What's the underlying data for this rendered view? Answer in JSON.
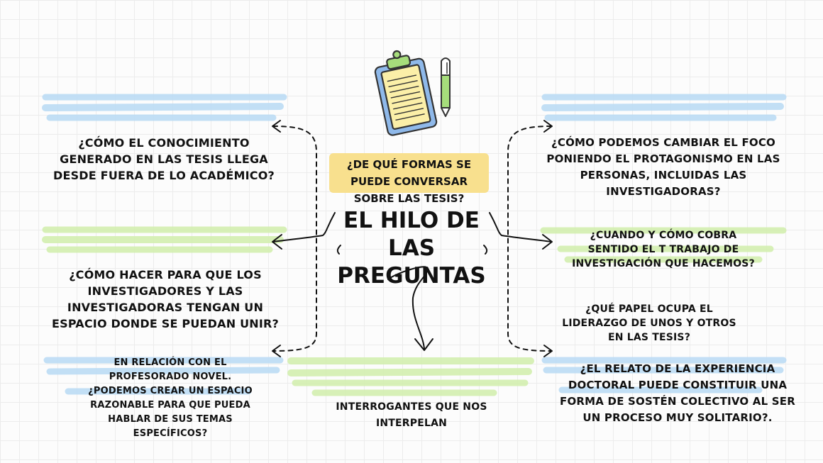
{
  "diagram": {
    "title": "EL HILO DE LAS PREGUNTAS",
    "subtitle": "¿DE QUÉ FORMAS SE PUEDE CONVERSAR SOBRE LAS TESIS?",
    "bottom_label": "INTERROGANTES QUE NOS INTERPELAN",
    "left_questions": [
      "¿CÓMO EL CONOCIMIENTO GENERADO EN LAS TESIS LLEGA DESDE FUERA DE LO ACADÉMICO?",
      "¿CÓMO HACER PARA QUE LOS INVESTIGADORES Y LAS INVESTIGADORAS TENGAN UN ESPACIO DONDE SE PUEDAN UNIR?",
      "EN RELACIÓN CON EL PROFESORADO NOVEL. ¿PODEMOS CREAR UN ESPACIO RAZONABLE PARA QUE PUEDA HABLAR DE SUS TEMAS ESPECÍFICOS?"
    ],
    "right_questions": [
      "¿CÓMO PODEMOS CAMBIAR EL FOCO PONIENDO EL PROTAGONISMO EN LAS PERSONAS, INCLUIDAS LAS INVESTIGADORAS?",
      "¿CUANDO Y CÓMO COBRA SENTIDO EL T TRABAJO DE INVESTIGACIÓN QUE HACEMOS?",
      "¿QUÉ PAPEL OCUPA EL LIDERAZGO DE UNOS Y OTROS EN LAS TESIS?",
      "¿EL RELATO DE LA EXPERIENCIA DOCTORAL PUEDE CONSTITUIR UNA FORMA DE SOSTÉN COLECTIVO AL SER UN PROCESO MUY SOLITARIO?."
    ]
  },
  "colors": {
    "highlight_blue": "#bcdcf5",
    "highlight_green": "#d3efb0",
    "subtitle_bg": "#f8e08e",
    "ink": "#111111"
  },
  "icons": [
    "clipboard-icon",
    "pen-icon"
  ]
}
